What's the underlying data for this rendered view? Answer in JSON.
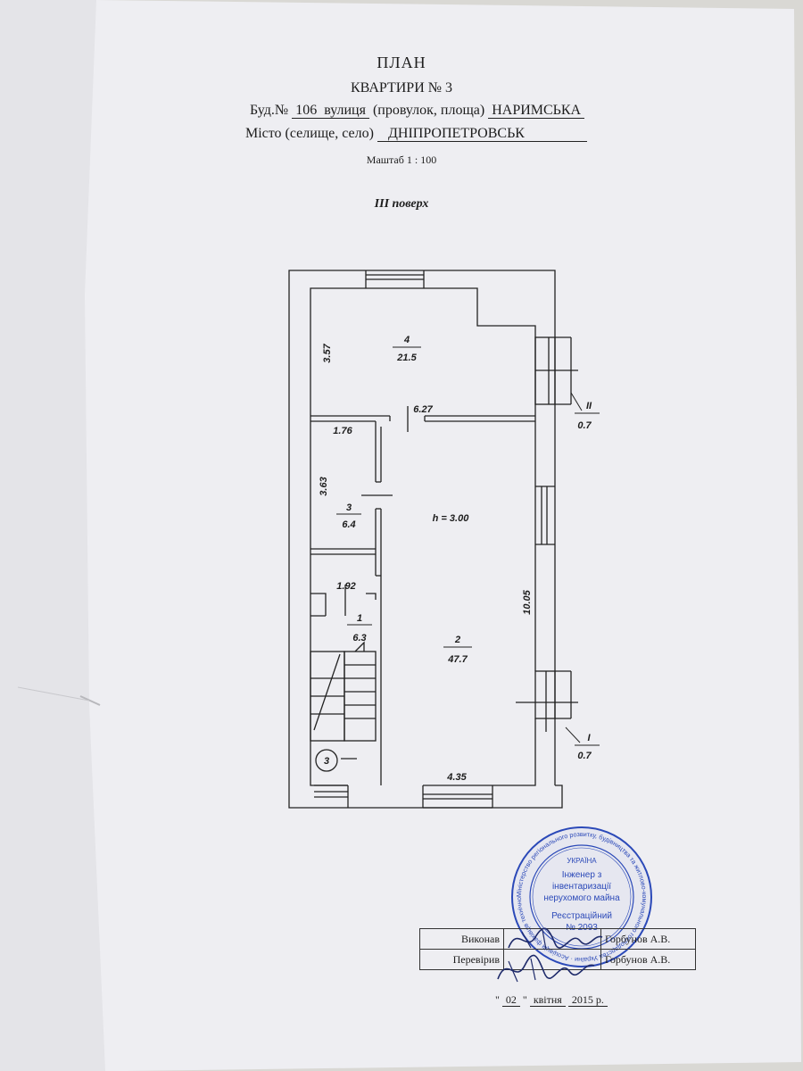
{
  "header": {
    "title": "ПЛАН",
    "subtitle": "КВАРТИРИ № 3",
    "building_label": "Буд.№",
    "building_number": "106",
    "street_label": "вулиця",
    "street_types": "(провулок, площа)",
    "street_name": "НАРИМСЬКА",
    "city_label": "Місто (селище, село)",
    "city_name": "ДНІПРОПЕТРОВСЬК",
    "scale": "Маштаб  1 : 100",
    "floor": "III поверх"
  },
  "plan": {
    "rooms": [
      {
        "number": "4",
        "area": "21.5"
      },
      {
        "number": "3",
        "area": "6.4"
      },
      {
        "number": "1",
        "area": "6.3"
      },
      {
        "number": "2",
        "area": "47.7"
      }
    ],
    "dimensions": {
      "room4_height": "3.57",
      "room4_width": "6.27",
      "room3_width": "1.76",
      "room3_height": "3.63",
      "room1_width": "1.92",
      "room2_height": "10.05",
      "room2_width": "4.35"
    },
    "ceiling_height": "h = 3.00",
    "balconies": [
      {
        "number": "II",
        "area": "0.7"
      },
      {
        "number": "I",
        "area": "0.7"
      }
    ],
    "stair_mark": "3"
  },
  "stamp": {
    "outer_text": "Міністерство регіонального розвитку, будівництва та житлово-комунального господарства України · Асоціація фахівців технічної інвентаризації",
    "country": "УКРАЇНА",
    "role": "Інженер з",
    "role2": "інвентаризації",
    "role3": "нерухомого майна",
    "reg_label": "Реєстраційний",
    "reg_number": "№ 2093"
  },
  "signatures": {
    "performed_label": "Виконав",
    "performed_name": "Горбунов А.В.",
    "checked_label": "Перевірив",
    "checked_name": "Горбунов А.В.",
    "date_open": "\"",
    "date_day": "02",
    "date_close": "\"",
    "date_month": "квітня",
    "date_year": "2015 р."
  }
}
